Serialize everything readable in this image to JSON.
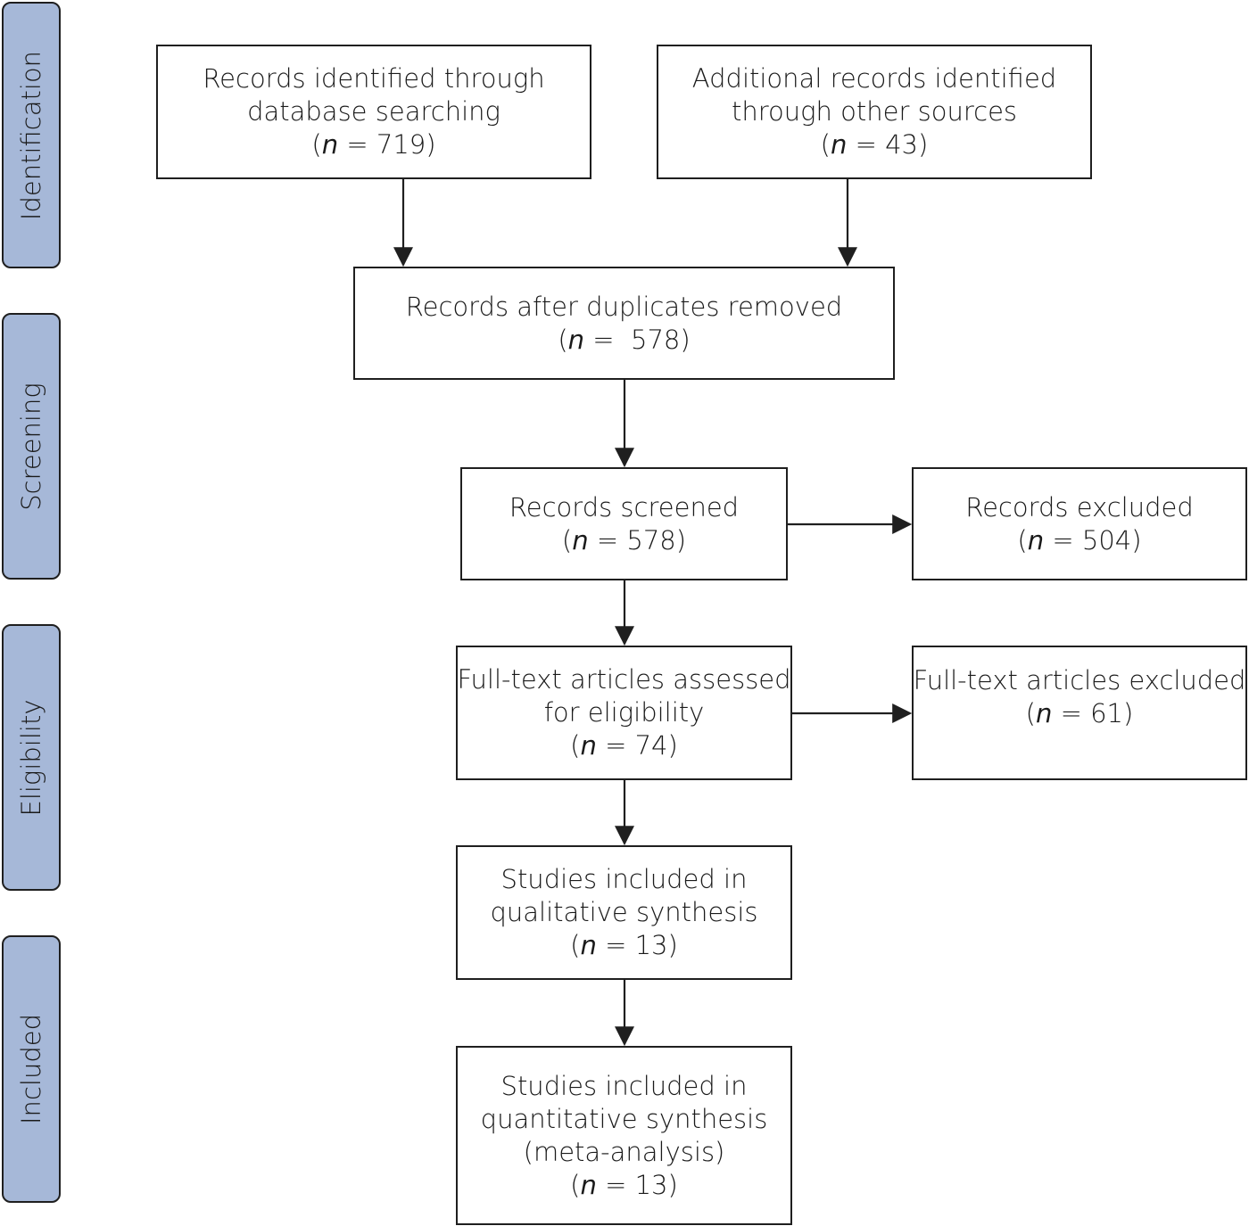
{
  "stages": [
    {
      "id": "identification",
      "label": "Identification"
    },
    {
      "id": "screening",
      "label": "Screening"
    },
    {
      "id": "eligibility",
      "label": "Eligibility"
    },
    {
      "id": "included",
      "label": "Included"
    }
  ],
  "boxes": {
    "database_records": {
      "lines": [
        "Records identified through",
        "database searching"
      ],
      "n": "719"
    },
    "other_sources": {
      "lines": [
        "Additional records identified",
        "through other sources"
      ],
      "n": "43"
    },
    "after_duplicates": {
      "lines": [
        "Records after duplicates removed"
      ],
      "n": " 578"
    },
    "screened": {
      "lines": [
        "Records screened"
      ],
      "n": "578"
    },
    "excluded": {
      "lines": [
        "Records excluded"
      ],
      "n": "504"
    },
    "fulltext_assessed": {
      "lines": [
        "Full-text articles assessed",
        "for eligibility"
      ],
      "n": "74"
    },
    "fulltext_excluded": {
      "lines": [
        "Full-text articles excluded"
      ],
      "n": "61"
    },
    "qualitative": {
      "lines": [
        "Studies included in",
        "qualitative synthesis"
      ],
      "n": "13"
    },
    "quantitative": {
      "lines": [
        "Studies included in",
        "quantitative synthesis",
        "(meta-analysis)"
      ],
      "n": "13"
    }
  },
  "count_prefix": "n",
  "count_equals": " = "
}
